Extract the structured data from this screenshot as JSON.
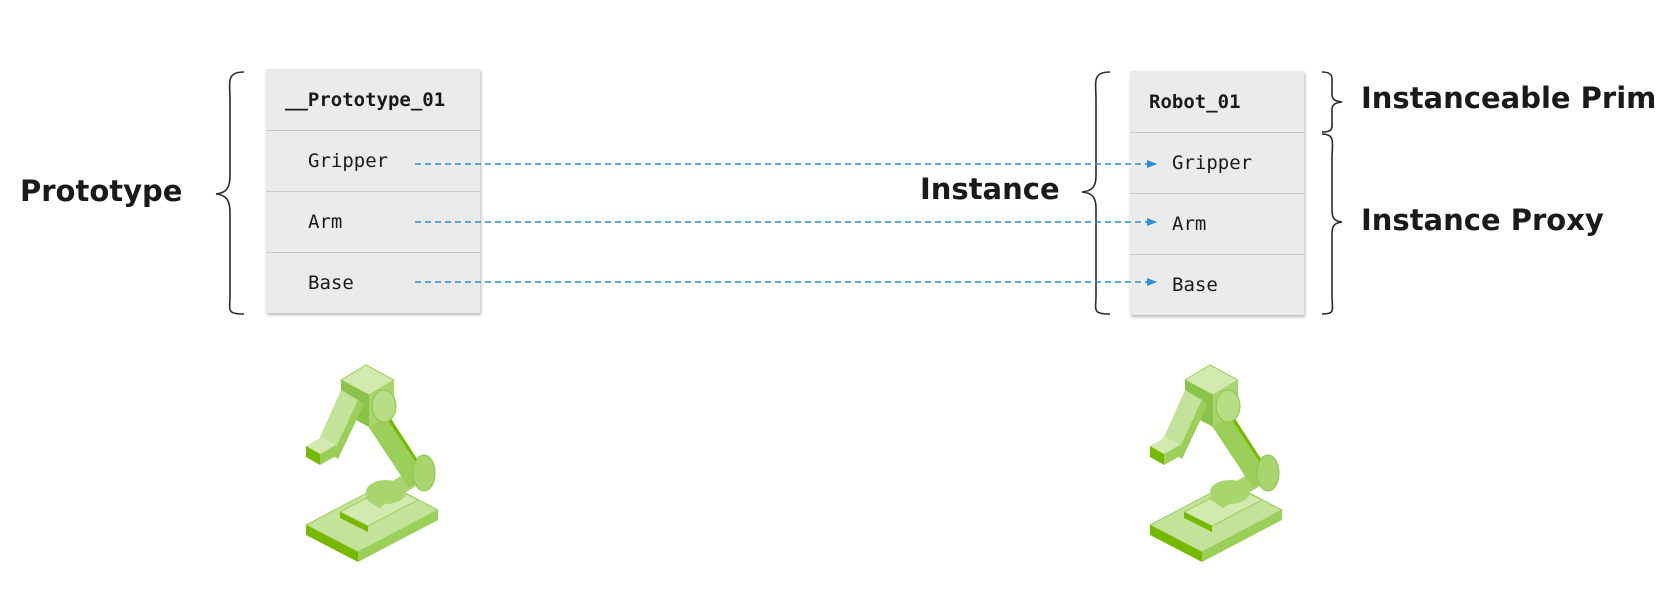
{
  "labels": {
    "prototype": "Prototype",
    "instance": "Instance",
    "instanceable_prim": "Instanceable Prim",
    "instance_proxy": "Instance Proxy"
  },
  "prototype_stack": {
    "header": "__Prototype_01",
    "items": [
      "Gripper",
      "Arm",
      "Base"
    ]
  },
  "instance_stack": {
    "header": "Robot_01",
    "items": [
      "Gripper",
      "Arm",
      "Base"
    ]
  },
  "colors": {
    "arrow": "#2a8fd0",
    "robot_light": "#c4e39a",
    "robot_mid": "#9ccf5a",
    "robot_dark": "#76b900",
    "stack_bg": "#ebebeb"
  },
  "icons": [
    "robot-arm-icon",
    "robot-arm-icon"
  ]
}
